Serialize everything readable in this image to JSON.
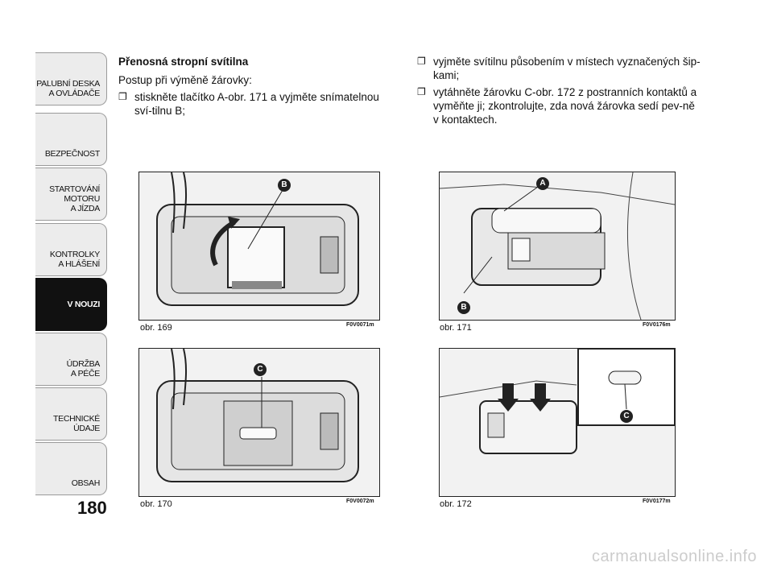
{
  "page_number": "180",
  "tabs": [
    {
      "lines": [
        "PALUBNÍ DESKA",
        "A OVLÁDAČE"
      ],
      "active": false
    },
    {
      "lines": [
        "BEZPEČNOST"
      ],
      "active": false
    },
    {
      "lines": [
        "STARTOVÁNÍ",
        "MOTORU",
        "A JÍZDA"
      ],
      "active": false
    },
    {
      "lines": [
        "KONTROLKY",
        "A HLÁŠENÍ"
      ],
      "active": false
    },
    {
      "lines": [
        "V NOUZI"
      ],
      "active": true
    },
    {
      "lines": [
        "ÚDRŽBA",
        "A PÉČE"
      ],
      "active": false
    },
    {
      "lines": [
        "TECHNICKÉ",
        "ÚDAJE"
      ],
      "active": false
    },
    {
      "lines": [
        "OBSAH"
      ],
      "active": false
    }
  ],
  "left_col": {
    "heading": "Přenosná stropní svítilna",
    "intro": "Postup při výměně žárovky:",
    "bullet1": "stiskněte tlačítko A-obr. 171 a vyjměte snímatelnou sví-tilnu B;"
  },
  "right_col": {
    "bullet1": "vyjměte svítilnu působením v místech vyznačených šip-kami;",
    "bullet2": "vytáhněte žárovku C-obr. 172 z postranních kontaktů a vyměňte ji; zkontrolujte, zda nová žárovka sedí pev-ně v kontaktech."
  },
  "bullet_symbol": "❐",
  "figures": {
    "f169": {
      "caption": "obr. 169",
      "code": "F0V0071m",
      "label_b": "B"
    },
    "f170": {
      "caption": "obr. 170",
      "code": "F0V0072m",
      "label_c": "C"
    },
    "f171": {
      "caption": "obr. 171",
      "code": "F0V0176m",
      "label_a": "A",
      "label_b": "B"
    },
    "f172": {
      "caption": "obr. 172",
      "code": "F0V0177m",
      "label_c": "C"
    }
  },
  "footer": "carmanualsonline.info"
}
